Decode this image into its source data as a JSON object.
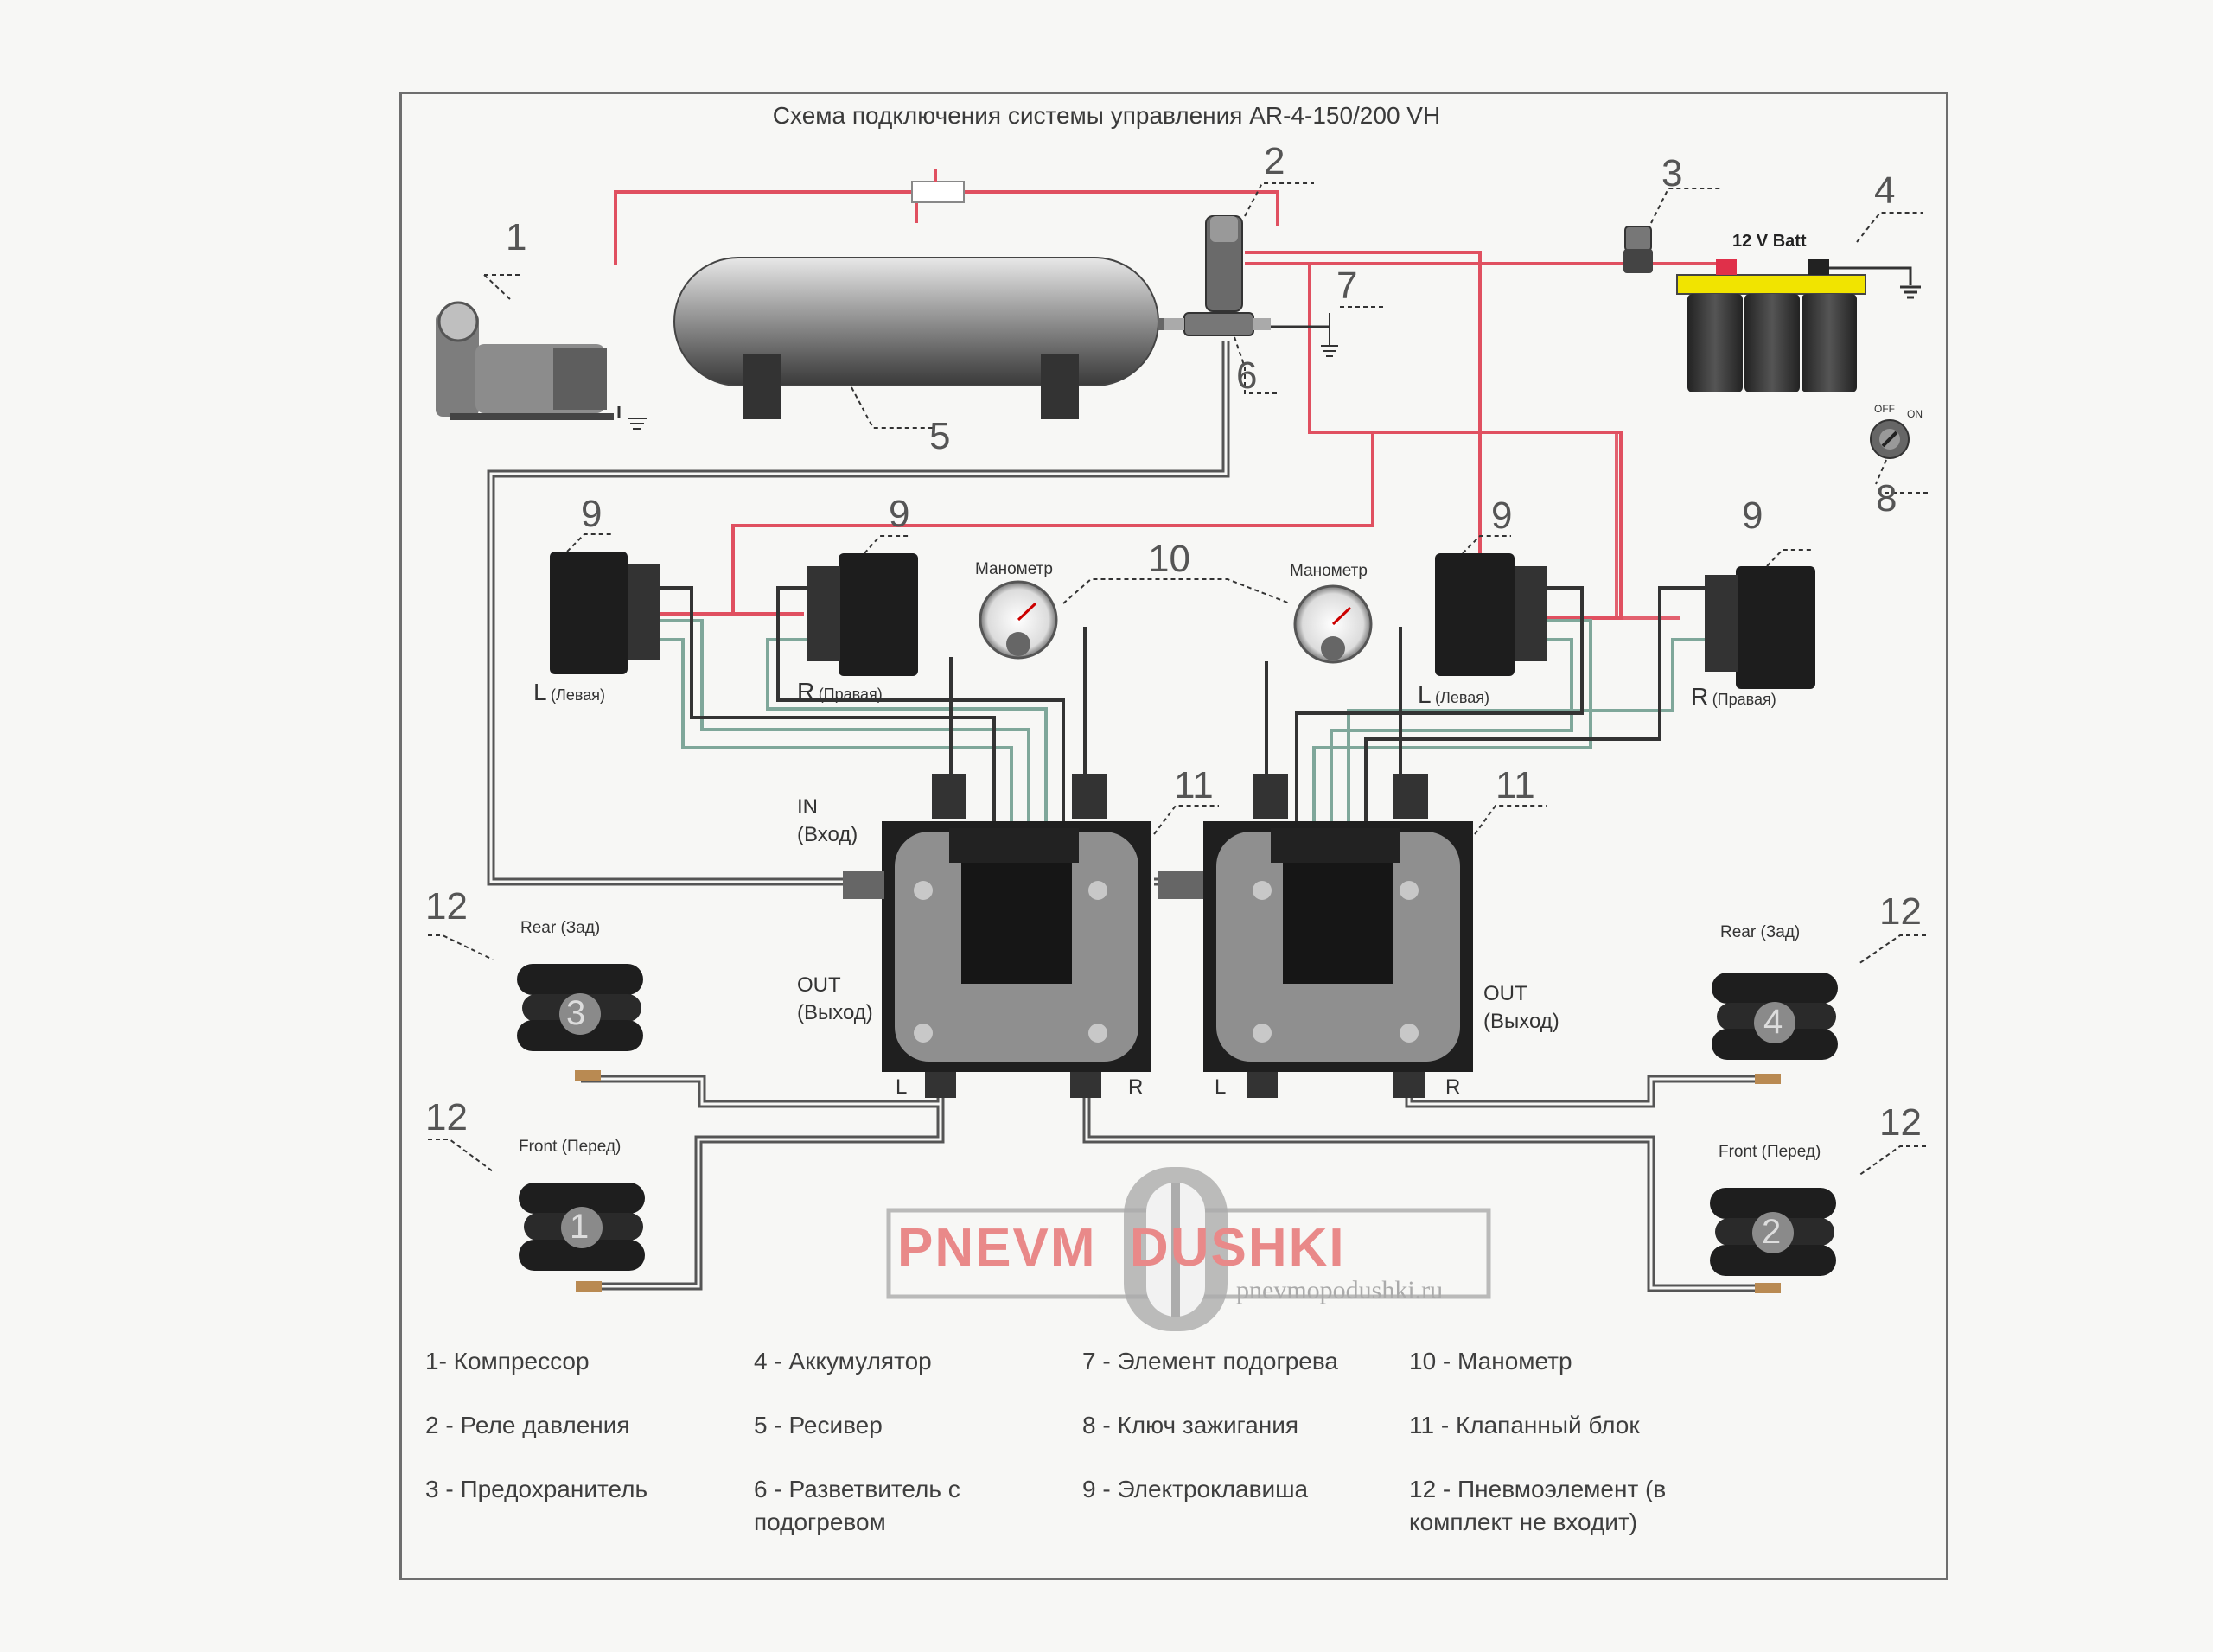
{
  "title": "Схема подключения системы управления  AR-4-150/200 VH",
  "callouts": {
    "compressor": "1",
    "pressure_relay": "2",
    "fuse": "3",
    "battery": "4",
    "receiver": "5",
    "splitter": "6",
    "heater": "7",
    "ignition": "8",
    "switch": "9",
    "gauge": "10",
    "valve_block": "11",
    "air_spring": "12"
  },
  "battery_label": "12 V Batt",
  "ignition_labels": {
    "off": "OFF",
    "on": "ON"
  },
  "switch_labels": {
    "left_letter": "L",
    "left_text": "(Левая)",
    "right_letter": "R",
    "right_text": "(Правая)"
  },
  "gauge_label": "Манометр",
  "valve_labels": {
    "in": "IN",
    "in_ru": "(Вход)",
    "out": "OUT",
    "out_ru": "(Выход)",
    "port_l": "L",
    "port_r": "R"
  },
  "spring_labels": {
    "rear": "Rear (Зад)",
    "front": "Front (Перед)",
    "n1": "1",
    "n2": "2",
    "n3": "3",
    "n4": "4"
  },
  "watermark": {
    "brand": "PNEVM  DUSHKI",
    "site": "pnevmopodushki.ru"
  },
  "legend": [
    "1- Компрессор",
    "2 - Реле давления",
    "3 - Предохранитель",
    "4 - Аккумулятор",
    "5 - Ресивер",
    "6 - Разветвитель с подогревом",
    "7 - Элемент подогрева",
    "8 - Ключ зажигания",
    "9 - Электроклавиша",
    "10 - Манометр",
    "11 - Клапанный блок",
    "12 - Пневмоэлемент (в комплект не входит)"
  ],
  "colors": {
    "power_wire": "#e05060",
    "air_line": "#555555",
    "signal_wire": "#7fa79a"
  }
}
